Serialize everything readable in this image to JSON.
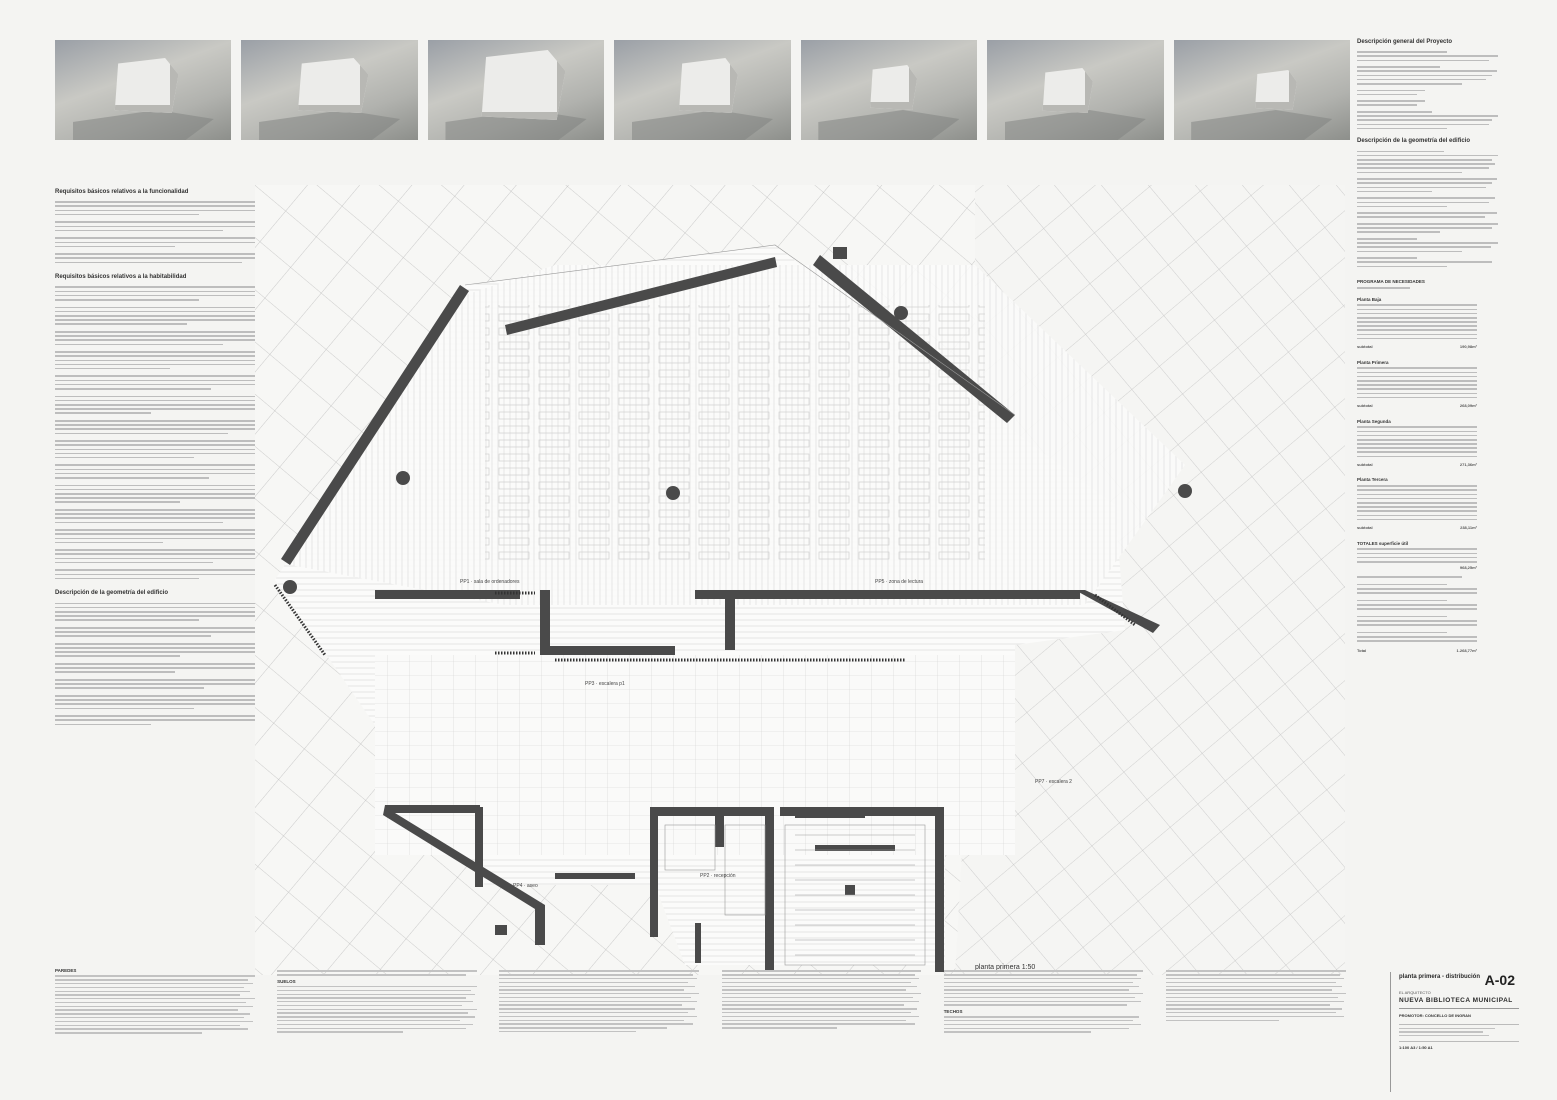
{
  "renders": [
    "render-1",
    "render-2",
    "render-3",
    "render-4",
    "render-5",
    "render-6",
    "render-7"
  ],
  "left_column": {
    "heading_1": "Requisitos básicos relativos a la funcionalidad",
    "heading_2": "Requisitos básicos relativos a la habitabilidad",
    "heading_3": "Descripción de la geometría del edificio"
  },
  "right_column": {
    "heading_1": "Descripción general del Proyecto",
    "heading_2": "Descripción de la geometría del edificio",
    "table_title": "PROGRAMA DE NECESIDADES",
    "floor_1": "Planta Baja",
    "floor_2": "Planta Primera",
    "floor_3": "Planta Segunda",
    "floor_4": "Planta Tercera",
    "subtotal_1": "subtotal",
    "subtotal_1_val": "190,98m²",
    "subtotal_2": "subtotal",
    "subtotal_2_val": "268,09m²",
    "subtotal_3": "subtotal",
    "subtotal_3_val": "271,36m²",
    "subtotal_4": "subtotal",
    "subtotal_4_val": "238,11m²",
    "totales": "TOTALES superficie útil",
    "total_util": "968,25m²",
    "total_label": "Total",
    "total_construida": "1.268,77m²"
  },
  "plan": {
    "label": "planta primera 1:50"
  },
  "bottom": {
    "heading_1": "PAREDES",
    "heading_2": "SUELOS",
    "heading_3": "TECHOS"
  },
  "cartouche": {
    "title": "planta primera - distribución",
    "sheet": "A-02",
    "project_prefix": "EL ARQUITECTO",
    "project": "NUEVA BIBLIOTECA MUNICIPAL",
    "promotor": "PROMOTOR: CONCELLO DE INGRAN",
    "scale": "1:100 A3 / 1:50 A1"
  }
}
